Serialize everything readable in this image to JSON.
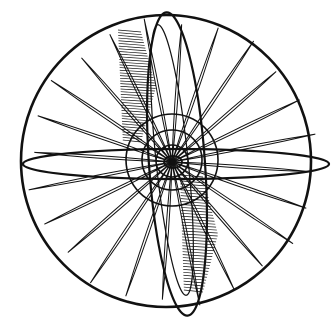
{
  "diagram": {
    "kind": "armillary-sphere-line-drawing",
    "stroke_color": "#111111",
    "fill_color": "#ffffff",
    "ray_count": 24,
    "hatched_regions": 2
  }
}
